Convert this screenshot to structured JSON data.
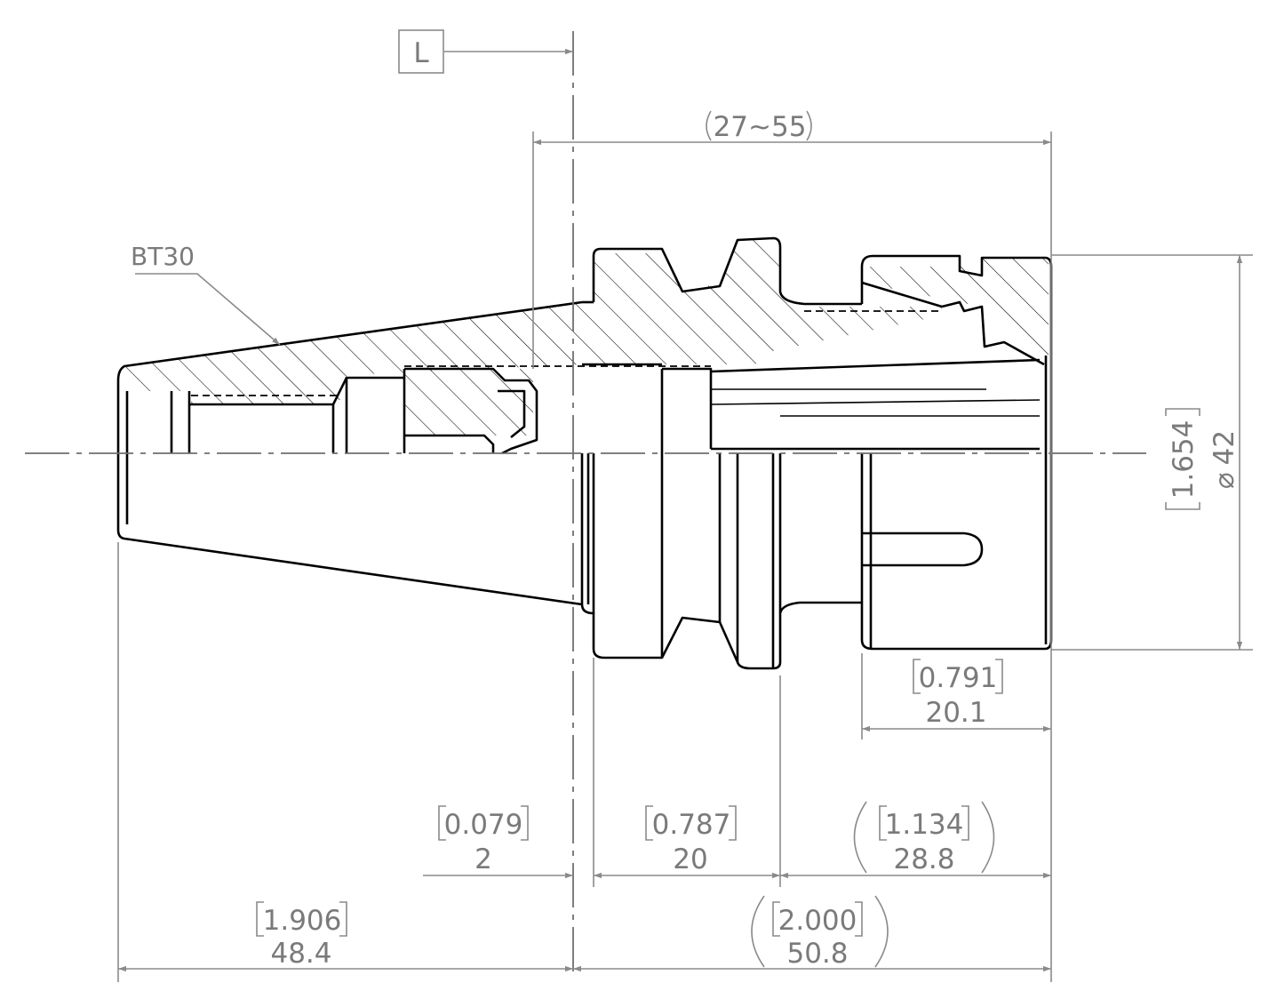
{
  "datum_label": "L",
  "part_label": "BT30",
  "dimensions": {
    "projection_range": "27~55",
    "diameter_inch": "1.654",
    "diameter_symbol": "⌀",
    "diameter_mm": "42",
    "nut_length_inch": "0.791",
    "nut_length_mm": "20.1",
    "gap_inch": "0.079",
    "gap_mm": "2",
    "flange_inch": "0.787",
    "flange_mm": "20",
    "body_inch": "1.134",
    "body_mm": "28.8",
    "taper_inch": "1.906",
    "taper_mm": "48.4",
    "total_inch": "2.000",
    "total_mm": "50.8"
  },
  "colors": {
    "part_line": "#000000",
    "dimension_line": "#8a8a8a",
    "dimension_text": "#7a7a7a"
  }
}
